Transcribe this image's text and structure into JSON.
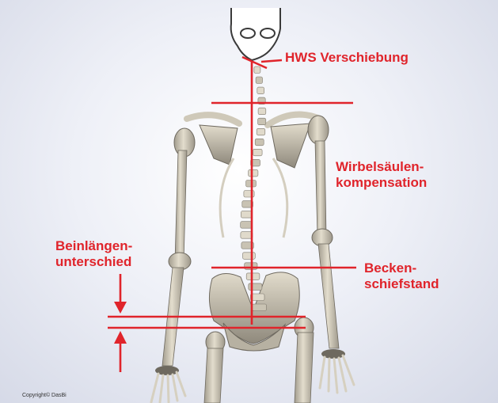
{
  "labels": {
    "hws": "HWS Verschiebung",
    "wirbelsaeule": [
      "Wirbelsäulen-",
      "kompensation"
    ],
    "beinlaenge": [
      "Beinlängen-",
      "unterschied"
    ],
    "becken": [
      "Becken-",
      "schiefstand"
    ]
  },
  "copyright": "Copyright© DasBi",
  "colors": {
    "annotation": "#e0242b",
    "bone": "#d8d2c2",
    "bone_shadow": "#7c776c",
    "background": "#eef0f7"
  }
}
